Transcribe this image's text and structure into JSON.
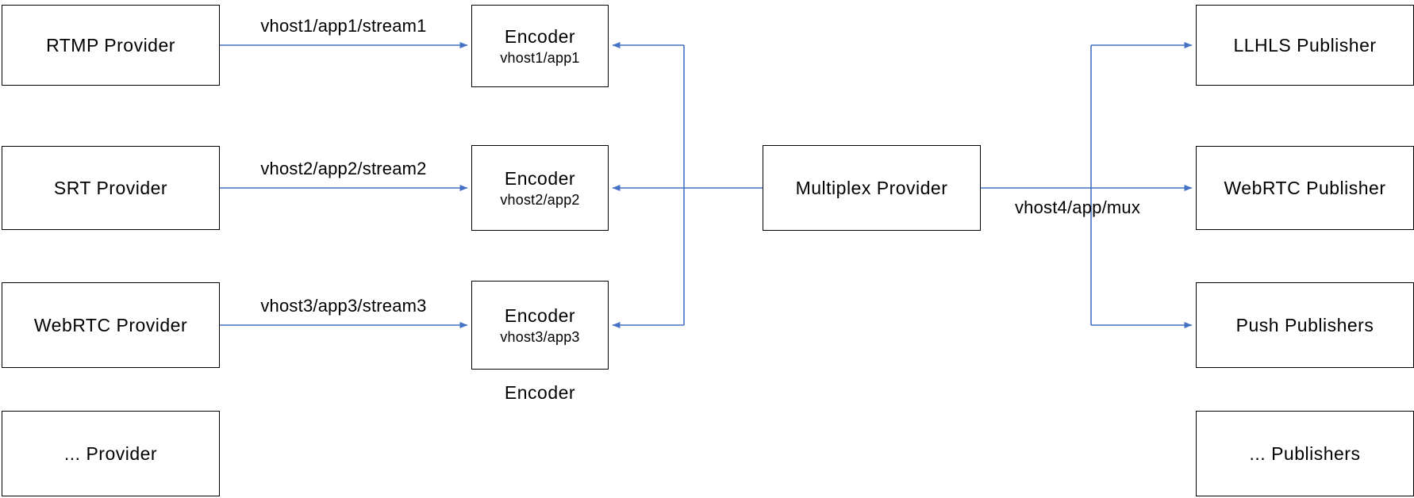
{
  "diagram": {
    "providers": [
      {
        "label": "RTMP Provider"
      },
      {
        "label": "SRT Provider"
      },
      {
        "label": "WebRTC  Provider"
      },
      {
        "label": "... Provider"
      }
    ],
    "encoders": [
      {
        "title": "Encoder",
        "subtitle": "vhost1/app1"
      },
      {
        "title": "Encoder",
        "subtitle": "vhost2/app2"
      },
      {
        "title": "Encoder",
        "subtitle": "vhost3/app3"
      }
    ],
    "encoder_group_label": "Encoder",
    "multiplex": {
      "label": "Multiplex Provider"
    },
    "publishers": [
      {
        "label": "LLHLS Publisher"
      },
      {
        "label": "WebRTC  Publisher"
      },
      {
        "label": "Push Publishers"
      },
      {
        "label": "... Publishers"
      }
    ],
    "edge_labels": {
      "in1": "vhost1/app1/stream1",
      "in2": "vhost2/app2/stream2",
      "in3": "vhost3/app3/stream3",
      "out": "vhost4/app/mux"
    },
    "colors": {
      "arrow": "#4472c4",
      "box_border": "#000000",
      "box_fill": "#ffffff"
    }
  }
}
